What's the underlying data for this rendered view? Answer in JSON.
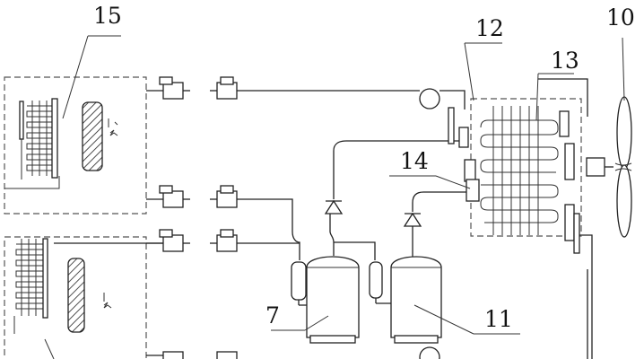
{
  "labels": {
    "l15": "15",
    "l12": "12",
    "l10": "10",
    "l13": "13",
    "l14": "14",
    "l7": "7",
    "l11": "11"
  }
}
